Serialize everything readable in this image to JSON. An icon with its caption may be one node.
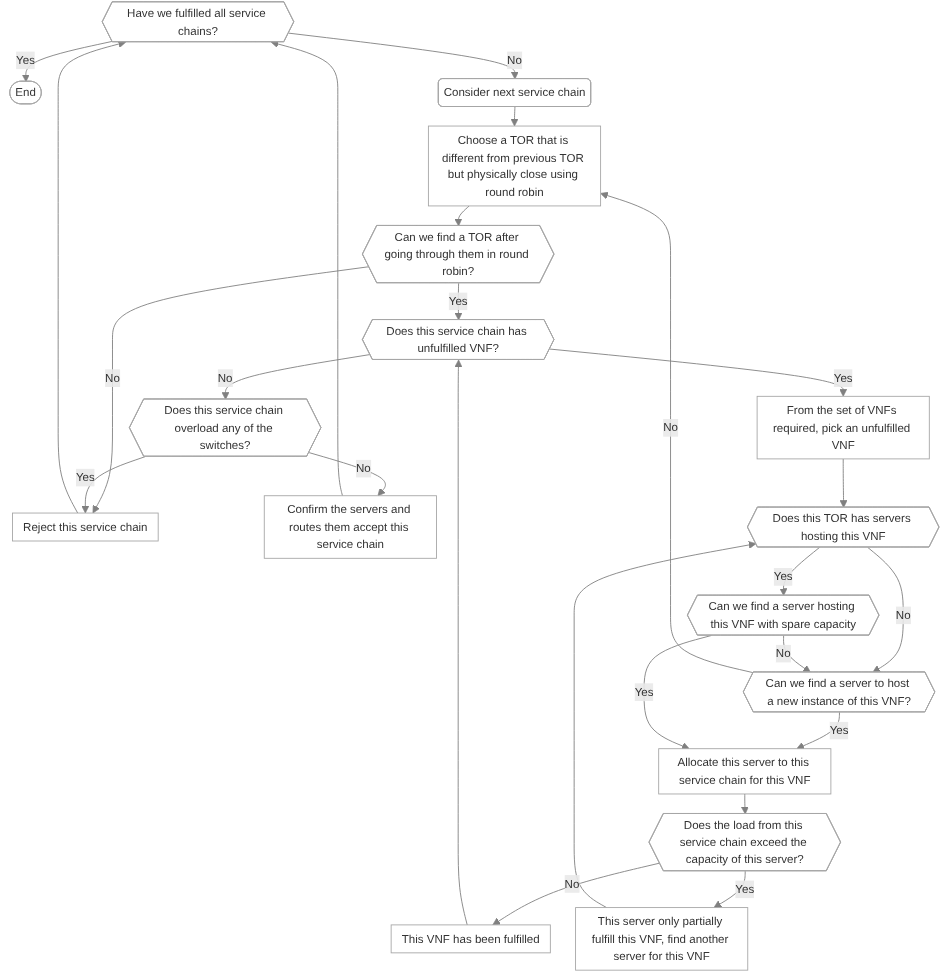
{
  "diagram": {
    "nodes": [
      {
        "text": [
          "Have we fulfilled all service chains?"
        ]
      },
      {
        "text": [
          "End"
        ]
      },
      {
        "text": [
          "Consider next service chain"
        ]
      },
      {
        "text": [
          "Choose a TOR that is different from previous TOR but physically close using round robin"
        ]
      },
      {
        "text": [
          "Can we find a TOR after going through them in round robin?"
        ]
      },
      {
        "text": [
          "Reject this service chain"
        ]
      },
      {
        "text": [
          "Does this service chain has unfulfilled VNF?"
        ]
      },
      {
        "text": [
          "Does this service chain overload any of the switches?"
        ]
      },
      {
        "text": [
          "Confirm the servers and routes them accept this service chain"
        ]
      },
      {
        "text": [
          "From the set of VNFs required, pick an unfulfilled VNF"
        ]
      },
      {
        "text": [
          "Does this TOR has servers hosting this VNF"
        ]
      },
      {
        "text": [
          "Can we find a server to host a new instance of this VNF?"
        ]
      },
      {
        "text": [
          "Can we find a server hosting this VNF with spare capacity"
        ]
      },
      {
        "text": [
          "Allocate this server to this service chain for this VNF"
        ]
      },
      {
        "text": [
          "This VNF has been fulfilled"
        ]
      },
      {
        "text": [
          "Does the load from this service chain exceed the capacity of this server?"
        ]
      },
      {
        "text": [
          "This server only partially fulfill this VNF, find another server for this VNF"
        ]
      }
    ],
    "edges": [
      {
        "from": 8,
        "to": 0,
        "arrow": "to"
      },
      {
        "from": 0,
        "to": 1,
        "arrow": "to",
        "label": "Yes"
      },
      {
        "from": 0,
        "to": 2,
        "arrow": "to",
        "label": "No"
      },
      {
        "from": 5,
        "to": 0,
        "arrow": "to"
      },
      {
        "from": 2,
        "to": 3,
        "arrow": "to"
      },
      {
        "from": 3,
        "to": 4,
        "arrow": "to"
      },
      {
        "from": 4,
        "to": 5,
        "arrow": "to",
        "label": "No"
      },
      {
        "from": 4,
        "to": 6,
        "arrow": "to",
        "label": "Yes"
      },
      {
        "from": 6,
        "to": 7,
        "arrow": "to",
        "label": "No"
      },
      {
        "from": 7,
        "to": 8,
        "arrow": "to",
        "label": "No"
      },
      {
        "from": 7,
        "to": 5,
        "arrow": "to",
        "label": "Yes"
      },
      {
        "from": 6,
        "to": 9,
        "arrow": "to",
        "label": "Yes"
      },
      {
        "from": 9,
        "to": 10,
        "arrow": "to"
      },
      {
        "from": 10,
        "to": 11,
        "arrow": "to",
        "label": "No"
      },
      {
        "from": 10,
        "to": 12,
        "arrow": "to",
        "label": "Yes"
      },
      {
        "from": 12,
        "to": 11,
        "arrow": "to",
        "label": "No"
      },
      {
        "from": 11,
        "to": 3,
        "arrow": "to",
        "label": "No"
      },
      {
        "from": 14,
        "to": 6,
        "arrow": "to"
      },
      {
        "from": 11,
        "to": 13,
        "arrow": "to",
        "label": "Yes"
      },
      {
        "from": 12,
        "to": 13,
        "arrow": "to",
        "label": "Yes"
      },
      {
        "from": 13,
        "to": 15,
        "arrow": "to"
      },
      {
        "from": 15,
        "to": 14,
        "arrow": "to",
        "label": "No"
      },
      {
        "from": 15,
        "to": 16,
        "arrow": "to",
        "label": "Yes"
      },
      {
        "from": 16,
        "to": 10,
        "arrow": "to"
      }
    ]
  }
}
